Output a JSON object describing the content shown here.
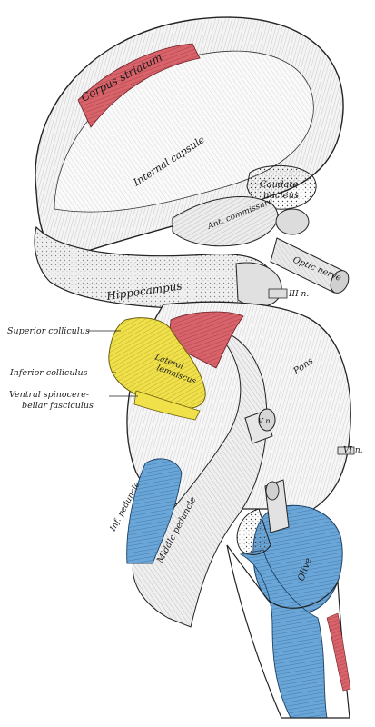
{
  "labels": {
    "superior_colliculus": "Superior colliculus",
    "inferior_colliculus": "Inferior colliculus",
    "ventral_spinocerebellar_line1": "Ventral spinocere-",
    "ventral_spinocerebellar_line2": "bellar fasciculus",
    "corpus_striatum_label": "Corpus striatum",
    "internal_capsule": "Internal capsule",
    "caudate_line1": "Caudate",
    "caudate_line2": "nucleus",
    "ant_commissure": "Ant. commissure",
    "optic_nerve": "Optic nerve",
    "hippocampus": "Hippocampus",
    "nerve_iii": "III n.",
    "nerve_vi": "VI n.",
    "nerve_v": "V n.",
    "pons": "Pons",
    "lateral_lemniscus_line1": "Lateral",
    "lateral_lemniscus_line2": "lemniscus",
    "middle_peduncle": "Middle peduncle",
    "inf_peduncle": "Inf. peduncle",
    "olive": "Olive"
  },
  "colors": {
    "red_region": "#d9636b",
    "yellow_region": "#f0e04a",
    "blue_region": "#6aa6d8",
    "ink": "#1a1a1a",
    "paper": "#ffffff",
    "shade": "#cfcfcf"
  }
}
